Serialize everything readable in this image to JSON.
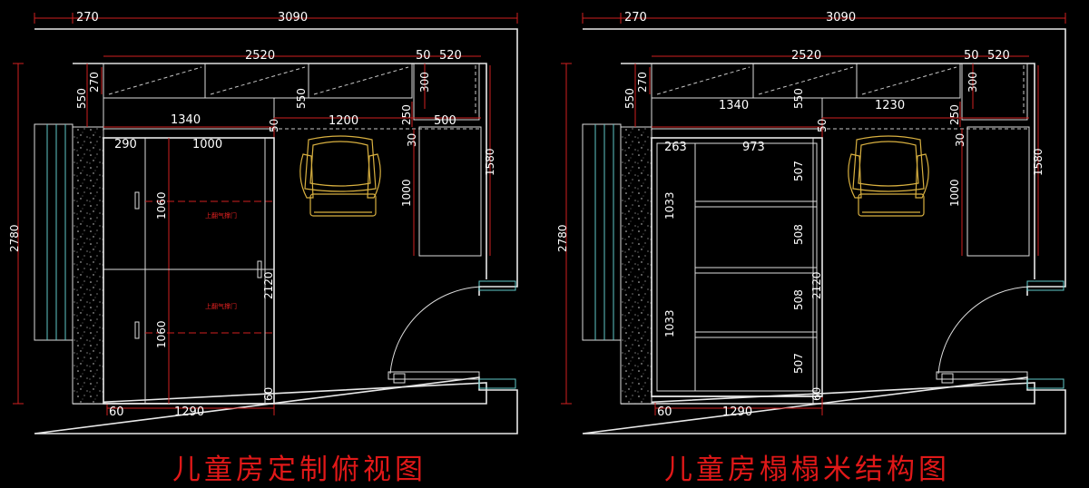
{
  "left_plan": {
    "title": "儿童房定制俯视图",
    "dims": {
      "top_270": "270",
      "top_3090": "3090",
      "d_2520": "2520",
      "d_50": "50",
      "d_520": "520",
      "d_550a": "550",
      "d_270v": "270",
      "d_550b": "550",
      "d_300": "300",
      "d_1340": "1340",
      "d_1200": "1200",
      "d_250": "250",
      "d_500": "500",
      "d_290": "290",
      "d_1000": "1000",
      "d_50b": "50",
      "d_30": "30",
      "d_1580": "1580",
      "d_2780": "2780",
      "d_1000v": "1000",
      "d_1060a": "1060",
      "d_1060b": "1060",
      "d_2120": "2120",
      "d_60v": "60",
      "d_60": "60",
      "d_1290": "1290"
    },
    "notes": [
      "上翻气撑门",
      "上翻气撑门"
    ]
  },
  "right_plan": {
    "title": "儿童房榻榻米结构图",
    "dims": {
      "top_270": "270",
      "top_3090": "3090",
      "d_2520": "2520",
      "d_50": "50",
      "d_520": "520",
      "d_550a": "550",
      "d_270v": "270",
      "d_550b": "550",
      "d_300": "300",
      "d_1340": "1340",
      "d_1230": "1230",
      "d_250": "250",
      "d_263": "263",
      "d_973": "973",
      "d_50b": "50",
      "d_30": "30",
      "d_1580": "1580",
      "d_2780": "2780",
      "d_1000v": "1000",
      "d_1033a": "1033",
      "d_1033b": "1033",
      "d_2120": "2120",
      "d_507a": "507",
      "d_508a": "508",
      "d_508b": "508",
      "d_507b": "507",
      "d_60v": "60",
      "d_60": "60",
      "d_1290": "1290"
    }
  },
  "colors": {
    "background": "#000000",
    "walls": "#e8e8e8",
    "dimension_lines": "#d02020",
    "title": "#e01818",
    "chair": "#d8b040",
    "window": "#5fc8c8"
  }
}
